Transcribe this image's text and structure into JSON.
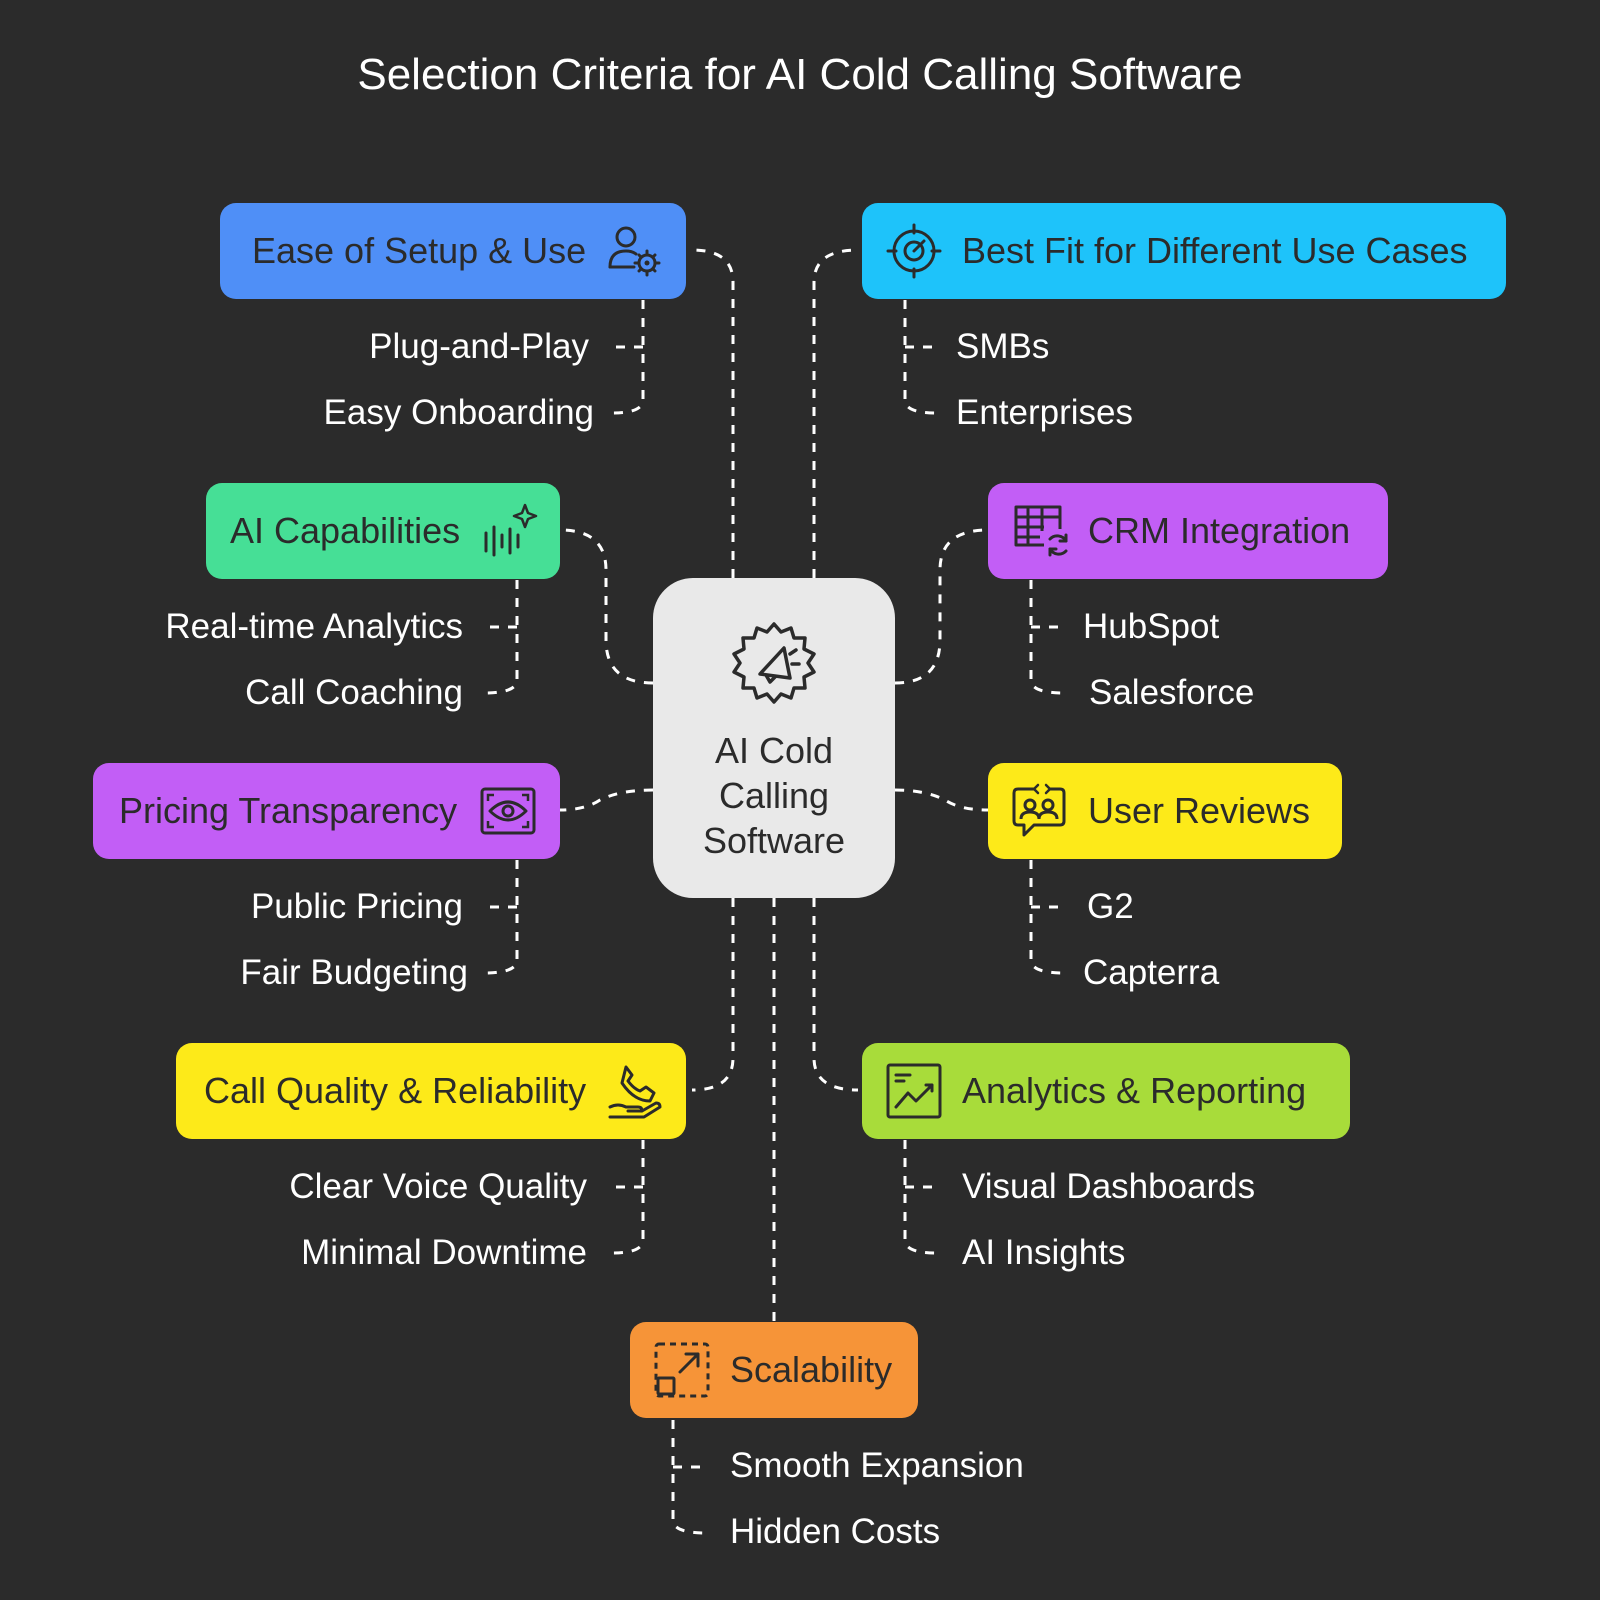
{
  "title": "Selection Criteria for AI Cold Calling Software",
  "center": {
    "label": "AI Cold Calling Software",
    "icon": "megaphone-gear-icon"
  },
  "colors": {
    "background": "#2b2b2b",
    "blue": "#4f8ff7",
    "cyan": "#1ec3fa",
    "green": "#46df96",
    "purple": "#c25ef6",
    "yellow": "#fdea19",
    "lime": "#a8dc3a",
    "orange": "#f69438",
    "center": "#e9e9e9"
  },
  "criteria": [
    {
      "label": "Ease of Setup & Use",
      "icon": "user-gear-icon",
      "items": [
        "Plug-and-Play",
        "Easy Onboarding"
      ]
    },
    {
      "label": "Best Fit for Different Use Cases",
      "icon": "target-icon",
      "items": [
        "SMBs",
        "Enterprises"
      ]
    },
    {
      "label": "AI Capabilities",
      "icon": "soundwave-sparkle-icon",
      "items": [
        "Real-time Analytics",
        "Call Coaching"
      ]
    },
    {
      "label": "CRM Integration",
      "icon": "table-sync-icon",
      "items": [
        "HubSpot",
        "Salesforce"
      ]
    },
    {
      "label": "Pricing Transparency",
      "icon": "eye-scan-icon",
      "items": [
        "Public Pricing",
        "Fair Budgeting"
      ]
    },
    {
      "label": "User Reviews",
      "icon": "review-chat-icon",
      "items": [
        "G2",
        "Capterra"
      ]
    },
    {
      "label": "Call Quality & Reliability",
      "icon": "phone-hand-icon",
      "items": [
        "Clear Voice Quality",
        "Minimal Downtime"
      ]
    },
    {
      "label": "Analytics & Reporting",
      "icon": "chart-line-icon",
      "items": [
        "Visual Dashboards",
        "AI Insights"
      ]
    },
    {
      "label": "Scalability",
      "icon": "expand-arrows-icon",
      "items": [
        "Smooth Expansion",
        "Hidden Costs"
      ]
    }
  ]
}
